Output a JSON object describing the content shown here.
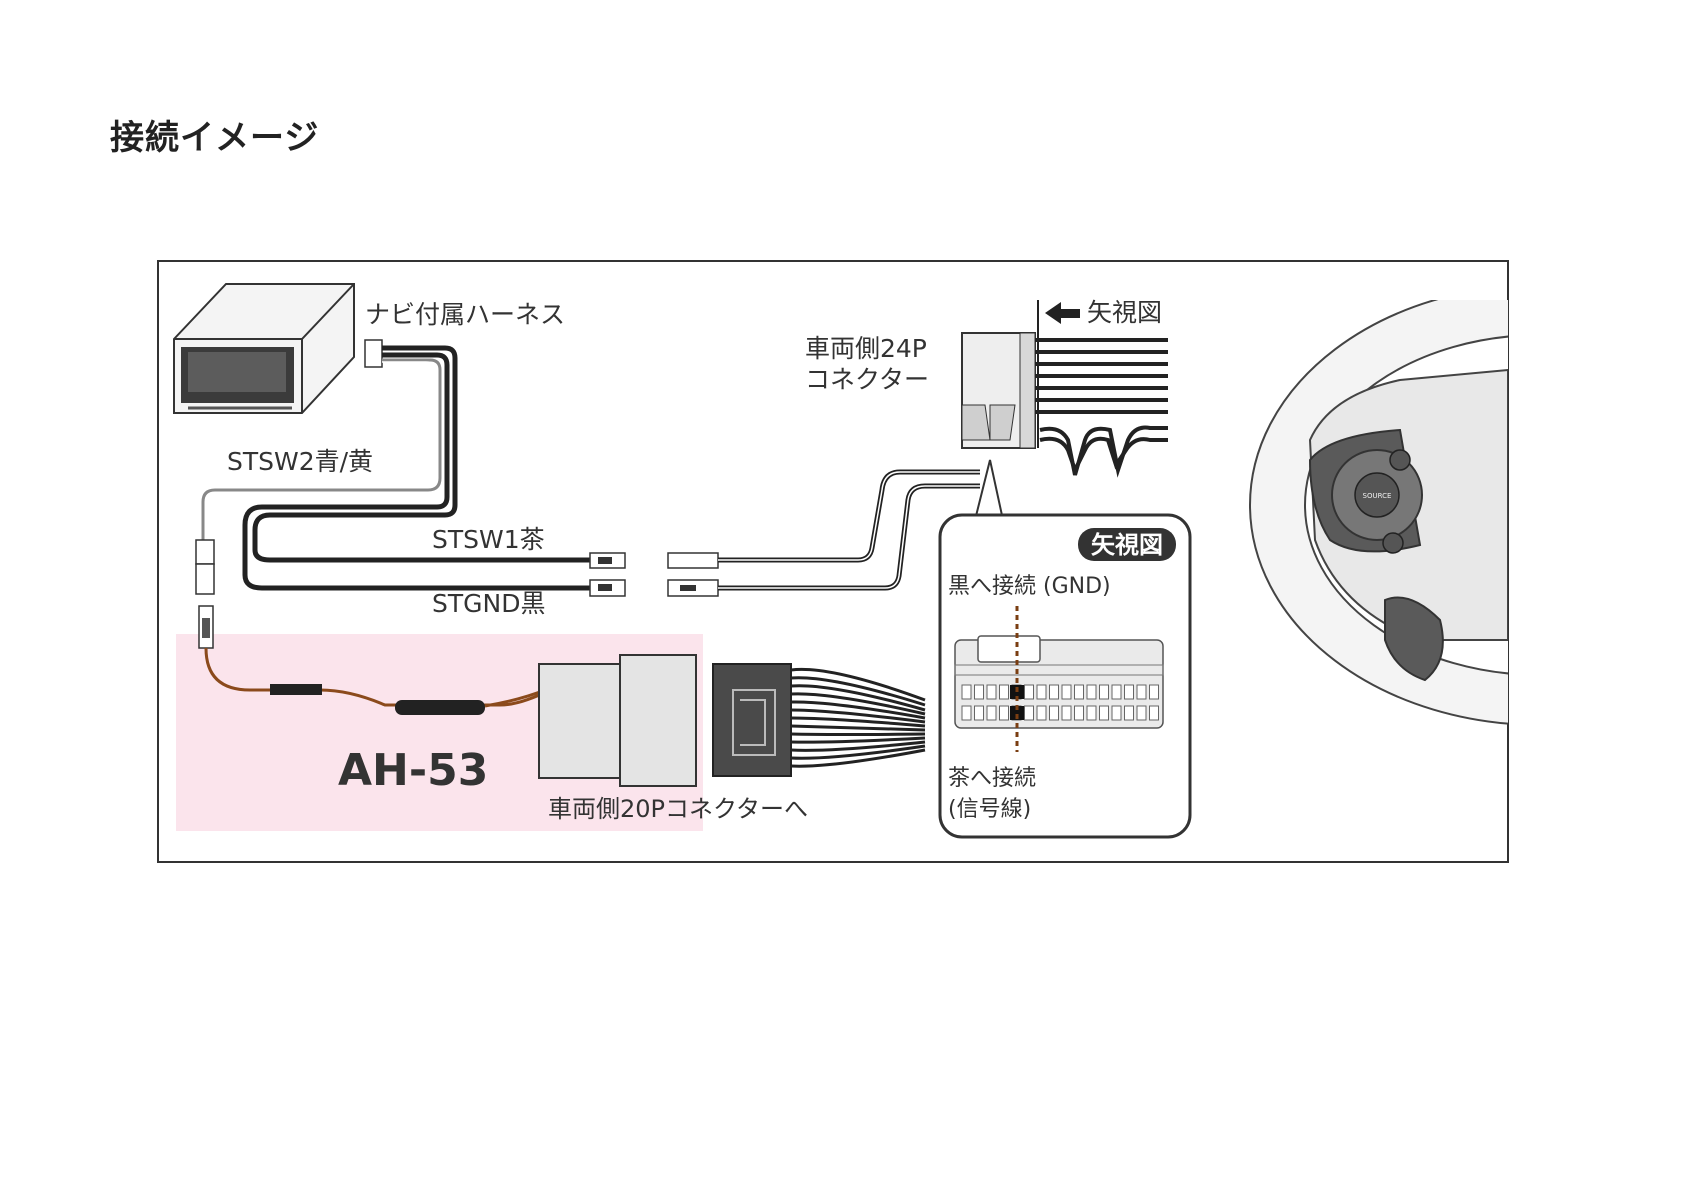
{
  "page": {
    "title": "接続イメージ"
  },
  "diagram": {
    "labels": {
      "nav_harness": "ナビ付属ハーネス",
      "stsw2": "STSW2青/黄",
      "stsw1": "STSW1茶",
      "stgnd": "STGND黒",
      "vehicle_24p_line1": "車両側24P",
      "vehicle_24p_line2": "コネクター",
      "view_arrow": "矢視図",
      "product": "AH-53",
      "vehicle_20p": "車両側20Pコネクターへ"
    },
    "inset": {
      "title": "矢視図",
      "black_connect": "黒へ接続 (GND)",
      "brown_connect_line1": "茶へ接続",
      "brown_connect_line2": "(信号線)"
    },
    "steering": {
      "source_button": "SOURCE"
    }
  },
  "colors": {
    "frame": "#333333",
    "highlight": "#fbe4ec",
    "brown_wire": "#8b4a1c",
    "connector_fill": "#e4e4e4",
    "dark_connector": "#4a4a4a"
  }
}
